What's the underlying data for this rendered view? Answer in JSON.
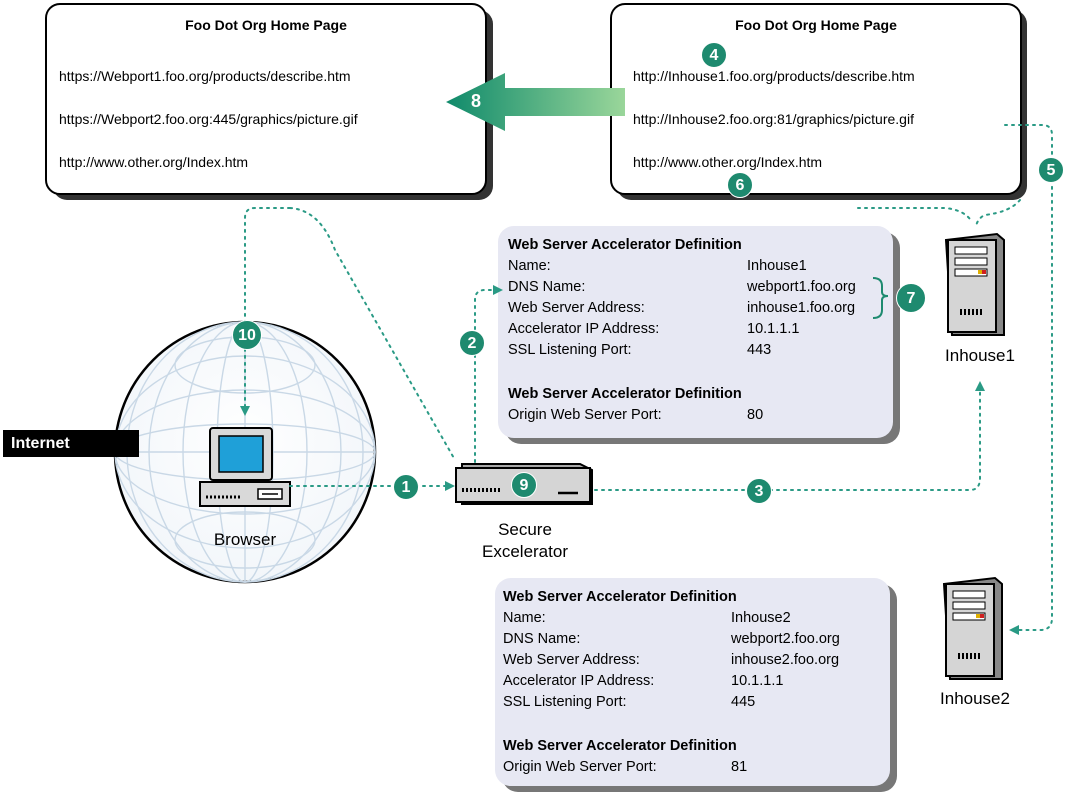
{
  "page_left": {
    "title": "Foo Dot Org Home Page",
    "links": [
      "https://Webport1.foo.org/products/describe.htm",
      "https://Webport2.foo.org:445/graphics/picture.gif",
      "http://www.other.org/Index.htm"
    ]
  },
  "page_right": {
    "title": "Foo Dot Org Home Page",
    "links": [
      "http://Inhouse1.foo.org/products/describe.htm",
      "http://Inhouse2.foo.org:81/graphics/picture.gif",
      "http://www.other.org/Index.htm"
    ]
  },
  "definition_1": {
    "title": "Web Server Accelerator Definition",
    "rows": [
      {
        "key": "Name:",
        "value": "Inhouse1"
      },
      {
        "key": "DNS Name:",
        "value": "webport1.foo.org"
      },
      {
        "key": "Web Server Address:",
        "value": "inhouse1.foo.org"
      },
      {
        "key": "Accelerator IP Address:",
        "value": "10.1.1.1"
      },
      {
        "key": "SSL Listening Port:",
        "value": "443"
      }
    ],
    "title2": "Web Server Accelerator Definition",
    "rows2": [
      {
        "key": "Origin Web Server Port:",
        "value": "80"
      }
    ]
  },
  "definition_2": {
    "title": "Web Server Accelerator Definition",
    "rows": [
      {
        "key": "Name:",
        "value": "Inhouse2"
      },
      {
        "key": "DNS Name:",
        "value": "webport2.foo.org"
      },
      {
        "key": "Web Server Address:",
        "value": "inhouse2.foo.org"
      },
      {
        "key": "Accelerator IP Address:",
        "value": "10.1.1.1"
      },
      {
        "key": "SSL Listening Port:",
        "value": "445"
      }
    ],
    "title2": "Web Server Accelerator Definition",
    "rows2": [
      {
        "key": "Origin Web Server Port:",
        "value": "81"
      }
    ]
  },
  "labels": {
    "internet": "Internet",
    "browser": "Browser",
    "accelerator_line1": "Secure",
    "accelerator_line2": "Excelerator",
    "server1": "Inhouse1",
    "server2": "Inhouse2"
  },
  "steps": [
    "1",
    "2",
    "3",
    "4",
    "5",
    "6",
    "7",
    "8",
    "9",
    "10"
  ],
  "colors": {
    "badge": "#1e8a6f",
    "dotted_line": "#2a9a85",
    "arrow_start": "#9ad69a",
    "arrow_end": "#0f8a6b",
    "definition_box": "#e7e8f3",
    "globe_line": "#c9d8e6",
    "monitor_screen": "#1fa0d8"
  }
}
